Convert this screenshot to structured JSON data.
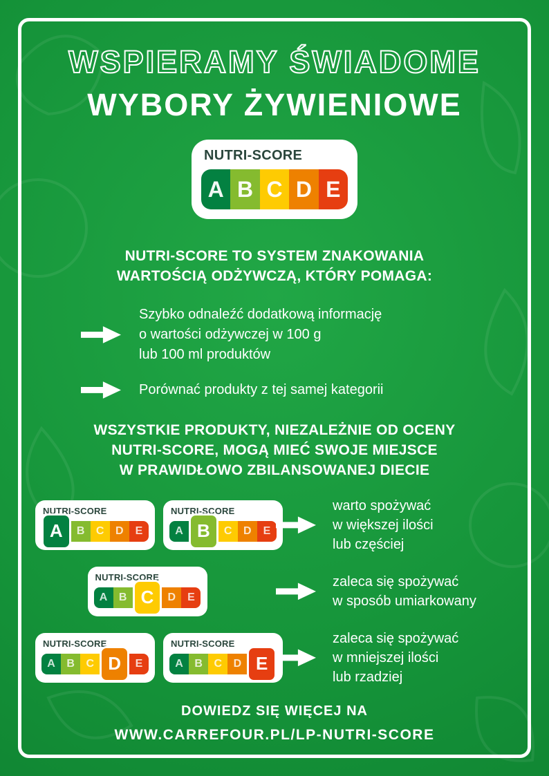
{
  "header": {
    "title_outline": "WSPIERAMY ŚWIADOME",
    "title_solid": "WYBORY ŻYWIENIOWE"
  },
  "nutriscore": {
    "label": "NUTRI-SCORE",
    "letters": [
      "A",
      "B",
      "C",
      "D",
      "E"
    ],
    "colors": {
      "A": "#038141",
      "B": "#85BB2F",
      "C": "#FECB02",
      "D": "#EE8100",
      "E": "#E63E11"
    }
  },
  "intro": {
    "heading": "NUTRI-SCORE TO SYSTEM ZNAKOWANIA\nWARTOŚCIĄ ODŻYWCZĄ, KTÓRY POMAGA:",
    "bullets": [
      "Szybko odnaleźć dodatkową informację\no wartości odżywczej w 100 g\nlub 100 ml produktów",
      "Porównać produkty z tej samej kategorii"
    ]
  },
  "section": {
    "heading": "WSZYSTKIE PRODUKTY, NIEZALEŻNIE OD OCENY\nNUTRI-SCORE, MOGĄ MIEĆ SWOJE MIEJSCE\nW PRAWIDŁOWO ZBILANSOWANEJ DIECIE",
    "rows": [
      {
        "highlights": [
          "A",
          "B"
        ],
        "text": "warto spożywać\nw większej ilości\nlub częściej"
      },
      {
        "highlights": [
          "C"
        ],
        "text": "zaleca się spożywać\nw sposób umiarkowany"
      },
      {
        "highlights": [
          "D",
          "E"
        ],
        "text": "zaleca się spożywać\nw mniejszej ilości\nlub rzadziej"
      }
    ]
  },
  "footer": {
    "line1": "DOWIEDZ SIĘ WIĘCEJ NA",
    "line2": "WWW.CARREFOUR.PL/LP-NUTRI-SCORE"
  },
  "theme": {
    "background_green": "#159339",
    "text_white": "#FFFFFF",
    "badge_label_dark": "#2A463C"
  }
}
